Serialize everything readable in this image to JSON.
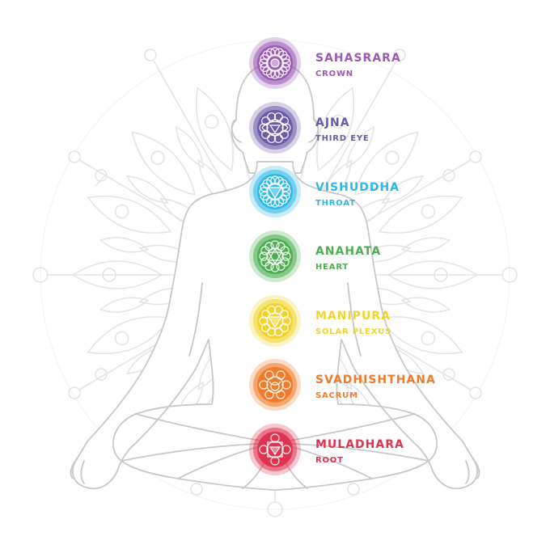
{
  "chakras": [
    {
      "name": "SAHASRARA",
      "subtitle": "CROWN",
      "color": "#9b59b6",
      "symbol": "lotus-icon"
    },
    {
      "name": "AJNA",
      "subtitle": "THIRD EYE",
      "color": "#6b5aa8",
      "symbol": "third-eye-icon"
    },
    {
      "name": "VISHUDDHA",
      "subtitle": "THROAT",
      "color": "#2eb8e6",
      "symbol": "throat-triangle-icon"
    },
    {
      "name": "ANAHATA",
      "subtitle": "HEART",
      "color": "#4caf50",
      "symbol": "hexagram-icon"
    },
    {
      "name": "MANIPURA",
      "subtitle": "SOLAR PLEXUS",
      "color": "#f1d32c",
      "symbol": "downward-triangle-icon"
    },
    {
      "name": "SVADHISHTHANA",
      "subtitle": "SACRUM",
      "color": "#f07b2a",
      "symbol": "crescent-icon"
    },
    {
      "name": "MULADHARA",
      "subtitle": "ROOT",
      "color": "#e0334f",
      "symbol": "square-lotus-icon"
    }
  ],
  "colors": {
    "outline": "#c8c8c8",
    "mandala": "#e4e4e4"
  }
}
